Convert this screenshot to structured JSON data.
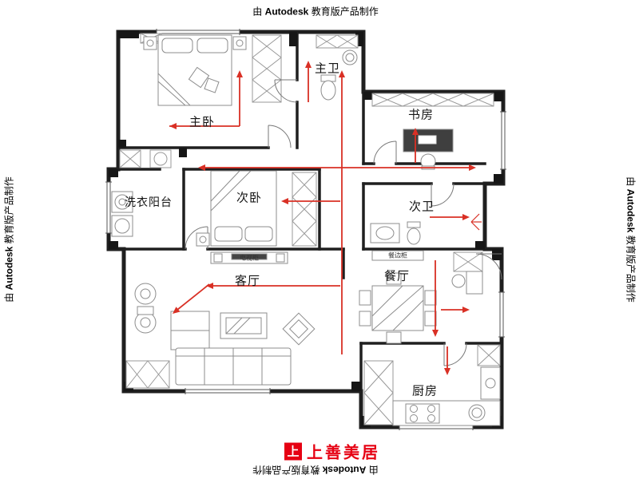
{
  "watermark": {
    "prefix": "由",
    "brand": "Autodesk",
    "suffix": "教育版产品制作"
  },
  "brand_logo": {
    "icon_char": "上",
    "name": "上善美居"
  },
  "rooms": {
    "master_bedroom": "主卧",
    "master_bath": "主卫",
    "study": "书房",
    "laundry_balcony": "洗衣阳台",
    "second_bedroom": "次卧",
    "second_bath": "次卫",
    "living_room": "客厅",
    "dining_room": "餐厅",
    "kitchen": "厨房"
  },
  "furniture_labels": {
    "tv_cabinet": "电视柜",
    "sideboard": "餐边柜"
  },
  "colors": {
    "arrow_red": "#d93025",
    "brand_red": "#e60012",
    "wall_black": "#1f1f1f"
  }
}
